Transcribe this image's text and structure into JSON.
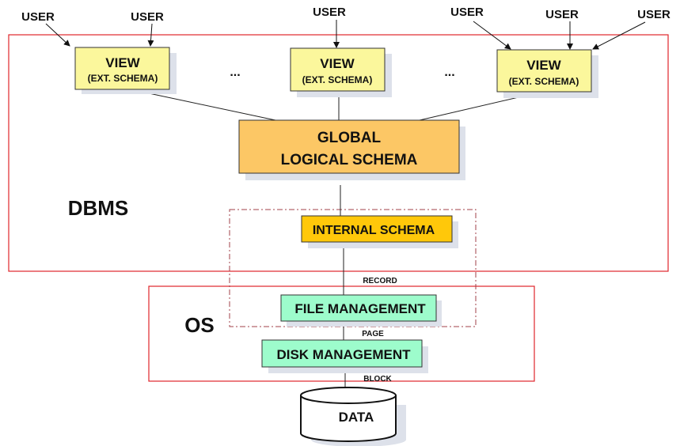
{
  "users": [
    "USER",
    "USER",
    "USER",
    "USER",
    "USER",
    "USER"
  ],
  "views": [
    {
      "title": "VIEW",
      "subtitle": "(EXT. SCHEMA)"
    },
    {
      "title": "VIEW",
      "subtitle": "(EXT. SCHEMA)"
    },
    {
      "title": "VIEW",
      "subtitle": "(EXT. SCHEMA)"
    }
  ],
  "ellipsis": "...",
  "global_schema": {
    "line1": "GLOBAL",
    "line2": "LOGICAL SCHEMA"
  },
  "internal_schema": "INTERNAL SCHEMA",
  "file_management": "FILE MANAGEMENT",
  "disk_management": "DISK MANAGEMENT",
  "data_store": "DATA",
  "labels": {
    "dbms": "DBMS",
    "os": "OS",
    "record": "RECORD",
    "page": "PAGE",
    "block": "BLOCK"
  },
  "colors": {
    "region_border": "#e0262b",
    "dashed_border": "#a0424a",
    "view_fill": "#fbf79c",
    "global_fill": "#fcc765",
    "internal_fill": "#ffc80a",
    "os_box_fill": "#9dfccc",
    "shadow": "#dde1ea"
  }
}
